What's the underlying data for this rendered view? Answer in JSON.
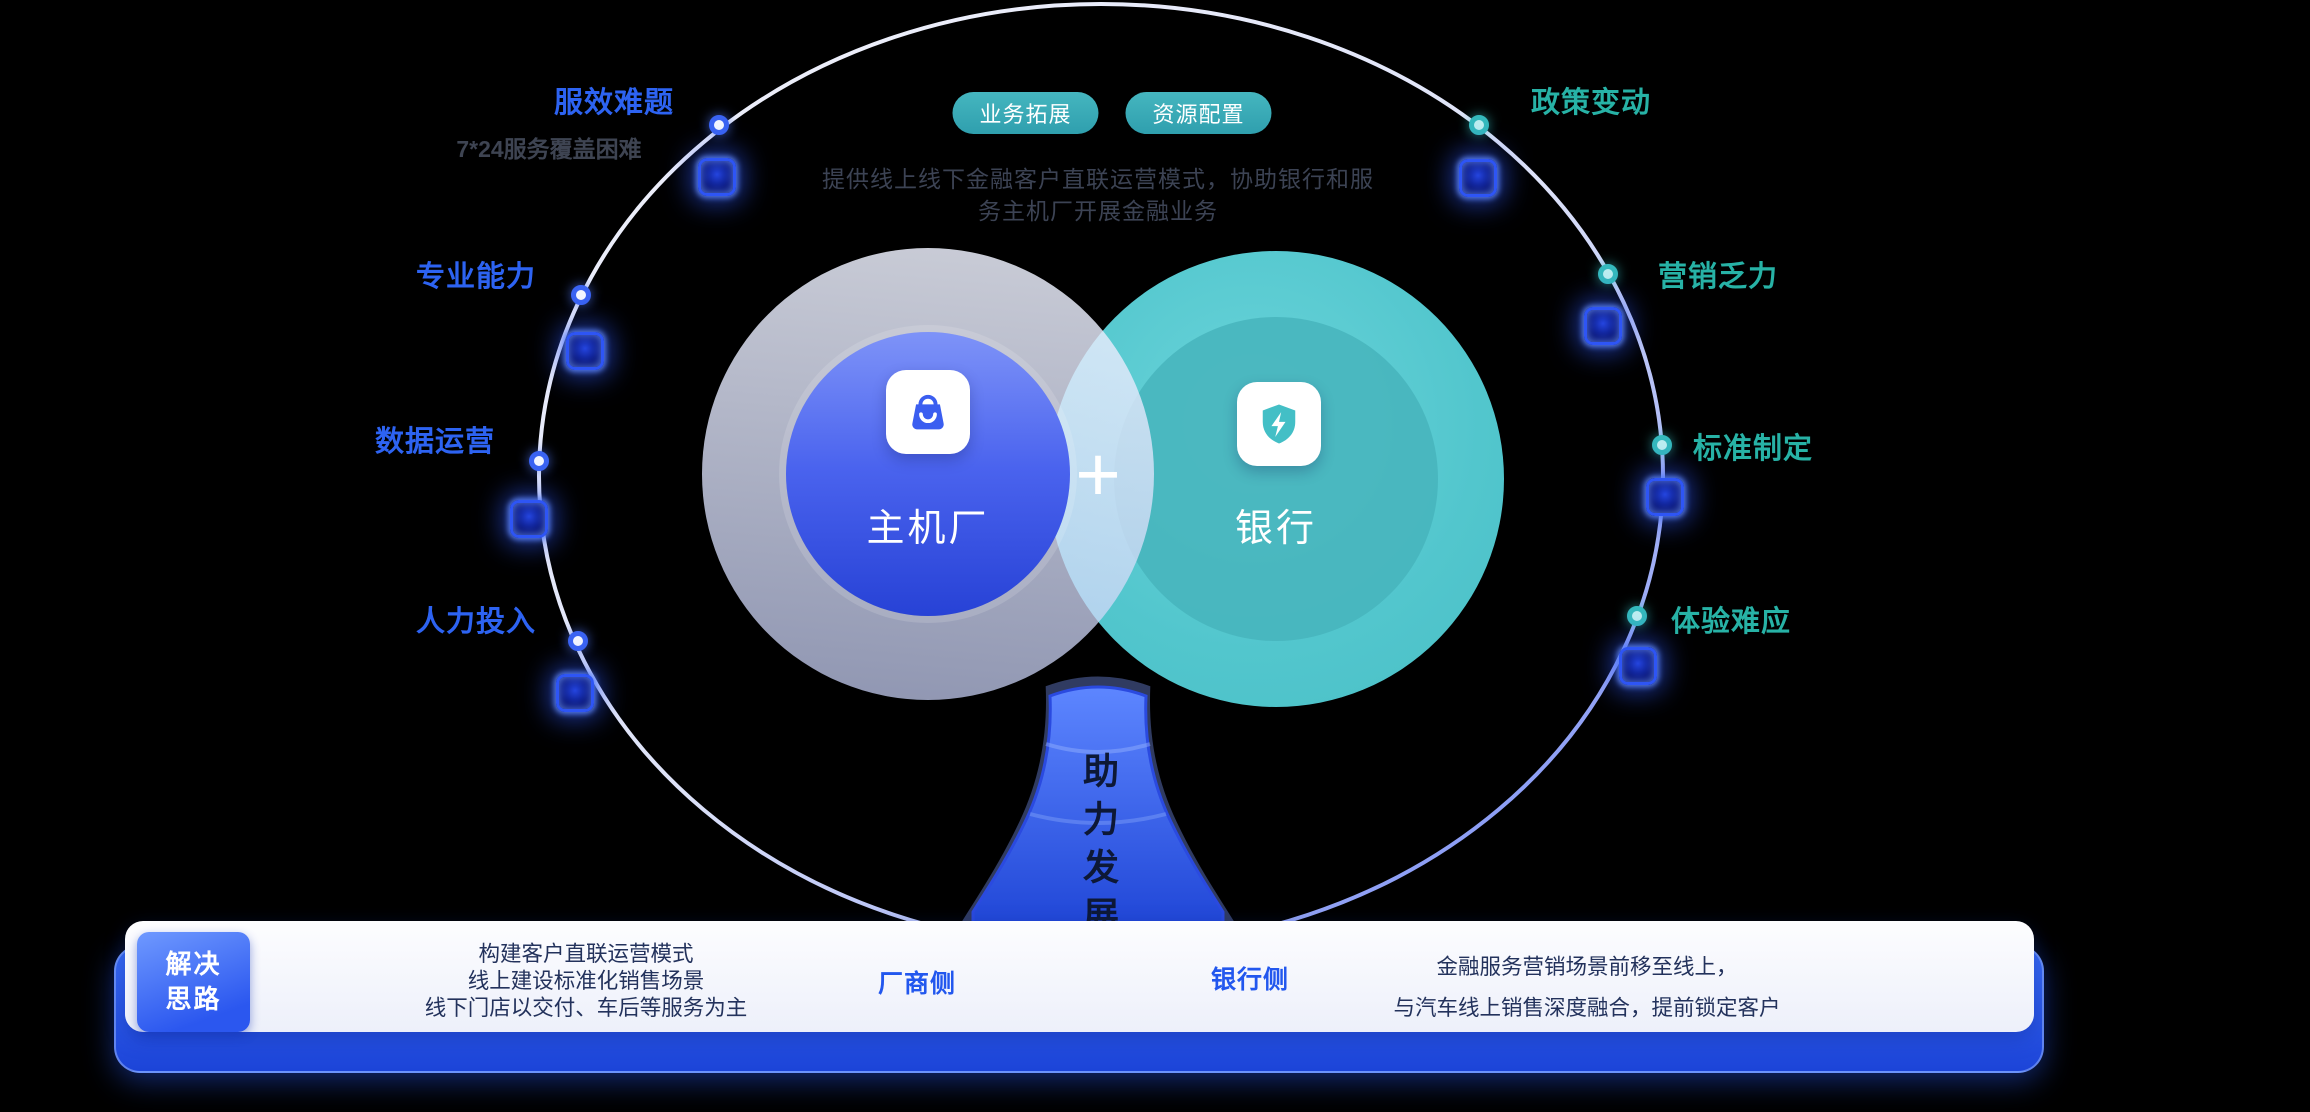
{
  "colors": {
    "accent_blue": "#2d63f2",
    "accent_teal": "#27b2a6",
    "pill_bg": "#38aab7",
    "left_circle_blue": "#3a55e6",
    "right_circle_teal": "#52c6cd",
    "solution_text": "#23325c",
    "badge_blue": "#2b57ef"
  },
  "venn": {
    "pills": [
      "业务拓展",
      "资源配置"
    ],
    "description": [
      "提供线上线下金融客户直联运营模式，协助银行和服",
      "务主机厂开展金融业务"
    ],
    "left_circle": {
      "label": "主机厂",
      "icon": "shopping-bag-icon"
    },
    "right_circle": {
      "label": "银行",
      "icon": "shield-lightning-icon"
    },
    "plus": "+"
  },
  "left_factors": [
    {
      "title": "服效难题",
      "subtitle": "7*24服务覆盖困难"
    },
    {
      "title": "专业能力",
      "subtitle": ""
    },
    {
      "title": "数据运营",
      "subtitle": ""
    },
    {
      "title": "人力投入",
      "subtitle": ""
    }
  ],
  "right_factors": [
    {
      "title": "政策变动"
    },
    {
      "title": "营销乏力"
    },
    {
      "title": "标准制定"
    },
    {
      "title": "体验难应"
    }
  ],
  "trunk": {
    "vertical_text": "助力发展"
  },
  "solution": {
    "badge": [
      "解决",
      "思路"
    ],
    "manufacturer_points": [
      "构建客户直联运营模式",
      "线上建设标准化销售场景",
      "线下门店以交付、车后等服务为主"
    ],
    "manufacturer_label": "厂商侧",
    "bank_label": "银行侧",
    "bank_points": [
      "金融服务营销场景前移至线上，",
      "与汽车线上销售深度融合，提前锁定客户"
    ]
  }
}
